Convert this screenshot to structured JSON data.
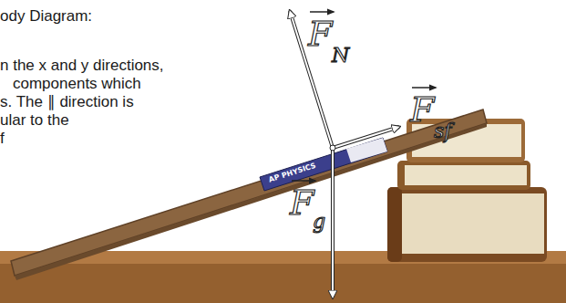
{
  "diagram": {
    "labels": [
      "ody Diagram:",
      "n the x and y directions,",
      "components which",
      "s. The ∥ direction is",
      "ular to the",
      "f",
      "AP PHYSICS",
      "F",
      "N",
      "F",
      "sf",
      "F",
      "g"
    ]
  }
}
